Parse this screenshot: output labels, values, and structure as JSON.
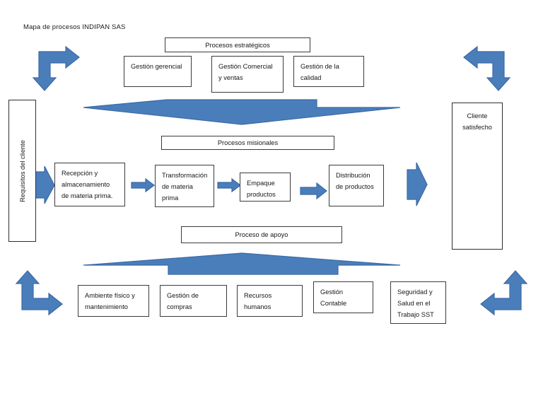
{
  "page": {
    "title": "Mapa de procesos INDIPAN SAS",
    "background": "#ffffff",
    "accent_blue": "#4a7ebb",
    "accent_blue_stroke": "#3a6aa5",
    "border_color": "#3b3b3b",
    "text_color": "#171717"
  },
  "left_panel": {
    "label": "Requisitos del cliente",
    "orientation": "vertical-bottom-to-top"
  },
  "right_panel": {
    "label": "Cliente satisfecho",
    "orientation": "horizontal"
  },
  "bands": [
    {
      "id": "estrategicos",
      "header": "Procesos estratégicos",
      "boxes": [
        {
          "label": "Gestión gerencial"
        },
        {
          "label": "Gestión Comercial y ventas"
        },
        {
          "label": "Gestión de la calidad"
        }
      ]
    },
    {
      "id": "misionales",
      "header": "Procesos misionales",
      "boxes": [
        {
          "label": "Recepción y almacenamiento de materia prima."
        },
        {
          "label": "Transformación de materia prima"
        },
        {
          "label": "Empaque productos"
        },
        {
          "label": "Distribución de productos"
        }
      ]
    },
    {
      "id": "apoyo",
      "header": "Proceso de apoyo",
      "boxes": [
        {
          "label": "Ambiente físico y mantenimiento"
        },
        {
          "label": "Gestión de compras"
        },
        {
          "label": "Recursos humanos"
        },
        {
          "label": "Gestión Contable"
        },
        {
          "label": "Seguridad y Salud en el Trabajo SST"
        }
      ]
    }
  ],
  "icons": {
    "corner_top_left": "bent-arrow-right-down-icon",
    "corner_top_right": "bent-arrow-left-down-icon",
    "corner_bottom_left": "bent-arrow-up-right-icon",
    "corner_bottom_right": "bent-arrow-up-left-icon",
    "left_entry": "arrow-right-icon",
    "right_exit": "arrow-right-icon",
    "down_band": "wide-down-arrow-icon",
    "up_band": "wide-up-arrow-icon",
    "flow_connector": "arrow-right-icon"
  }
}
